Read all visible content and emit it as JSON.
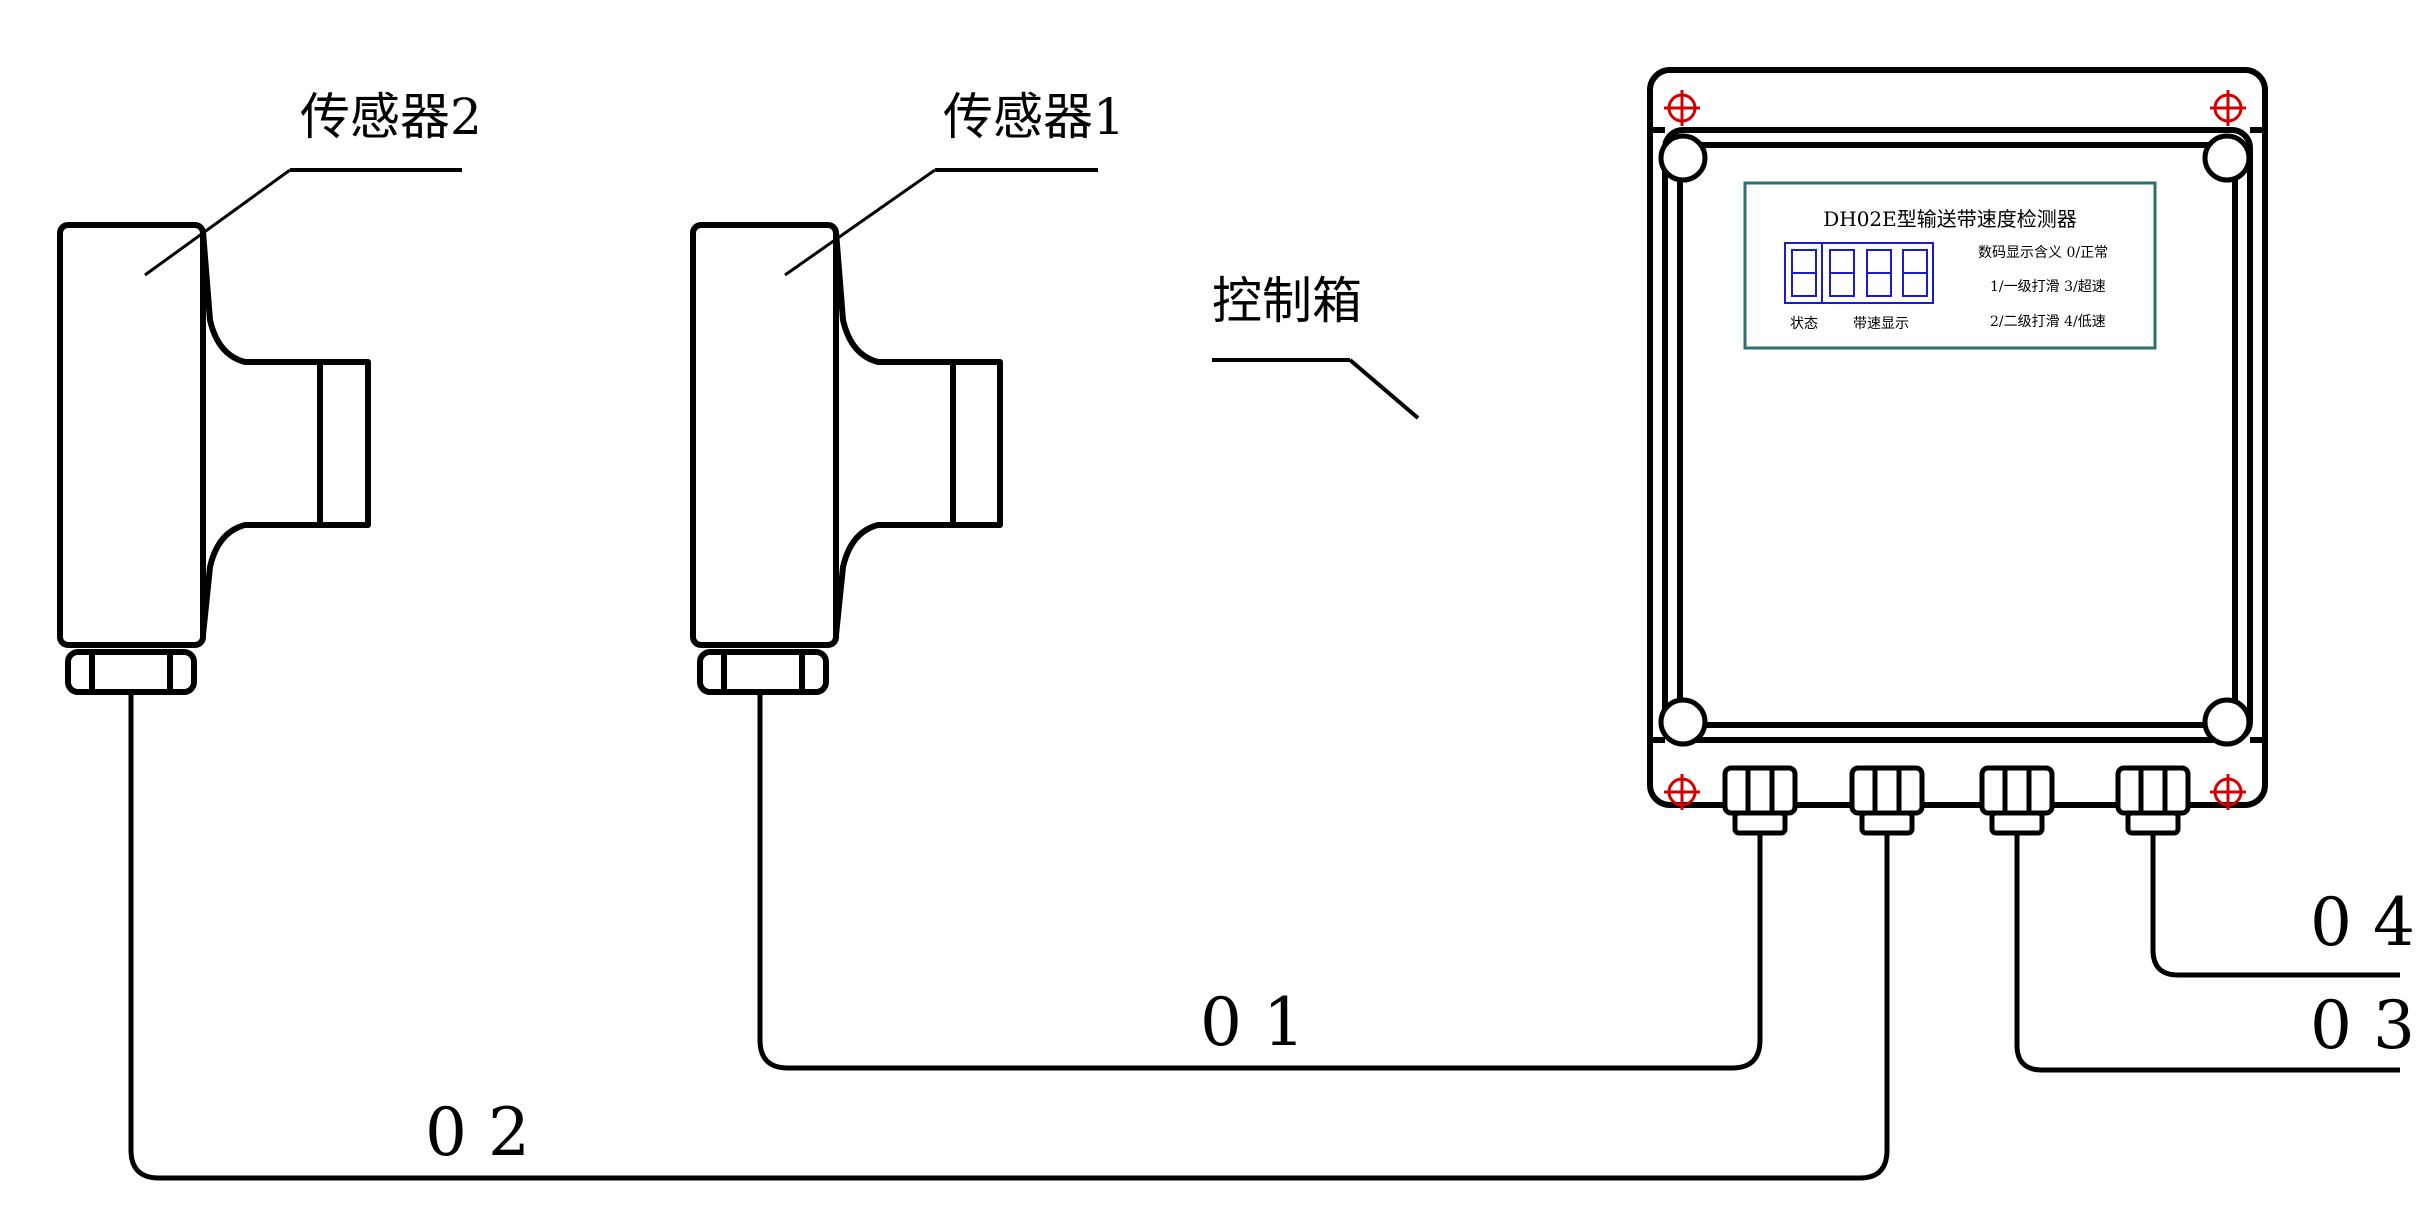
{
  "labels": {
    "sensor2": "传感器2",
    "sensor1": "传感器1",
    "control_box": "控制箱"
  },
  "panel": {
    "title": "DH02E型输送带速度检测器",
    "state_caption": "状态",
    "speed_caption": "带速显示",
    "legend_line1": "数码显示含义 0/正常",
    "legend_line2": "1/一级打滑 3/超速",
    "legend_line3": "2/二级打滑 4/低速"
  },
  "cables": {
    "c01": "0 1",
    "c02": "0 2",
    "c03": "0 3",
    "c04": "0 4"
  },
  "colors": {
    "line": "#000000",
    "panel_border": "#2f6f6f",
    "display": "#1a1ad0",
    "screw_mark": "#d40000"
  }
}
